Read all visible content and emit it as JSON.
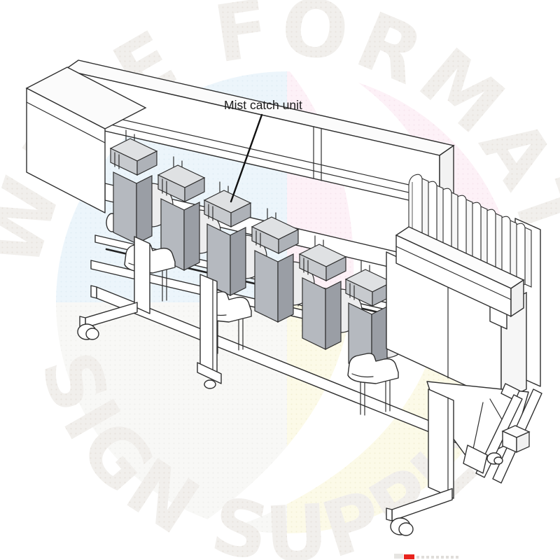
{
  "page": {
    "background_color": "#ffffff"
  },
  "diagram": {
    "label": "Mist catch unit",
    "label_color": "#1c1c1c",
    "line_color": "#2f2f2f",
    "mist_catch_unit_count": 6,
    "cartridge_slot_count": 8,
    "unit_front_color": "#b5b9bf",
    "unit_side_color": "#9a9ea5",
    "unit_lid_color": "#c7cace"
  },
  "watermark": {
    "top_text": "WIDE FORMAT",
    "bottom_text": "SIGN SUPPLY",
    "letter_color": "#f0eeea",
    "quadrant_top_left": "#ecf5fb",
    "quadrant_top_right": "#fdf1f7",
    "quadrant_bottom_left": "#f8f8f6",
    "quadrant_bottom_right": "#fcfae8",
    "accent_mark_color": "#e8231d"
  }
}
